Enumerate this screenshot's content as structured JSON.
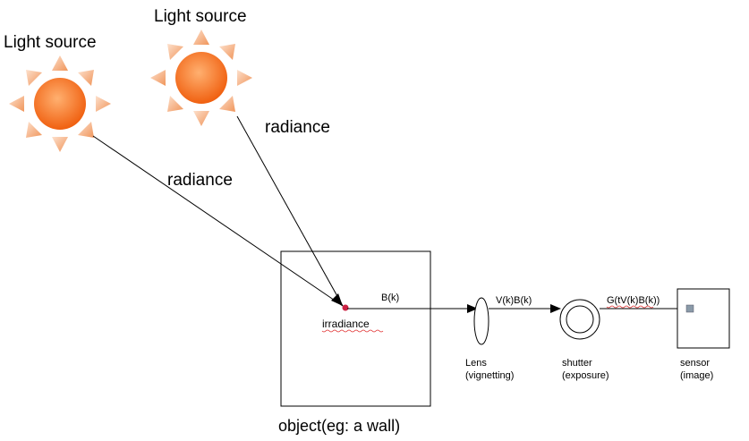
{
  "light_sources": [
    {
      "label": "Light source"
    },
    {
      "label": "Light source"
    }
  ],
  "rays": [
    {
      "label": "radiance"
    },
    {
      "label": "radiance"
    }
  ],
  "object": {
    "label": "object(eg: a wall)",
    "point_label": "irradiance"
  },
  "signals": {
    "object_to_lens": "B(k)",
    "lens_to_shutter": "V(k)B(k)",
    "shutter_to_sensor": "G(tV(k)B(k))"
  },
  "components": {
    "lens": {
      "line1": "Lens",
      "line2": "(vignetting)"
    },
    "shutter": {
      "line1": "shutter",
      "line2": "(exposure)"
    },
    "sensor": {
      "line1": "sensor",
      "line2": "(image)"
    }
  },
  "colors": {
    "sun_core": "#ff7a1a",
    "sun_core_light": "#ffd2a8",
    "sun_ray_light": "#f9c8a6",
    "sun_ray_dark": "#f08a4b",
    "irradiance_dot": "#cc2244",
    "sensor_pixel": "#8a9aa8",
    "spellcheck": "#e03030"
  }
}
